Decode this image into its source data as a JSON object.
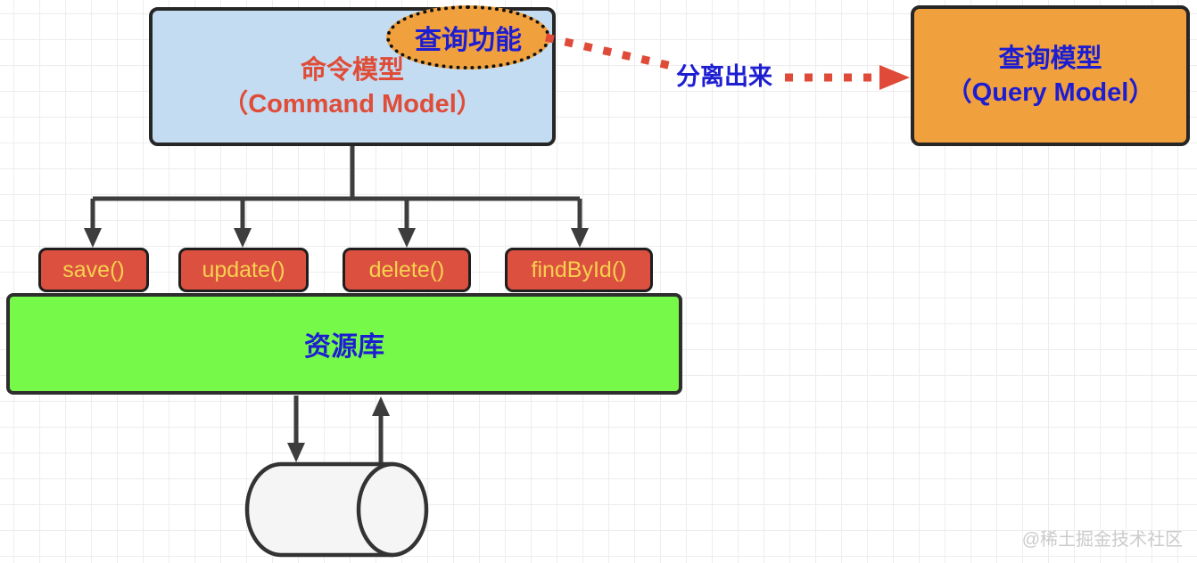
{
  "command_model": {
    "title": "命令模型",
    "subtitle": "（Command Model）",
    "fill": "#c3dcf2",
    "text_color": "#df4c38"
  },
  "query_capability": {
    "label": "查询功能",
    "fill": "#f0a03c",
    "text_color": "#1d1dd2"
  },
  "separation_arrow": {
    "label": "分离出来",
    "arrow_color": "#df4b38",
    "label_color": "#1d1dd2"
  },
  "query_model": {
    "title": "查询模型",
    "subtitle": "（Query Model）",
    "fill": "#f0a03c",
    "text_color": "#1d1dd2"
  },
  "methods": [
    {
      "label": "save()"
    },
    {
      "label": "update()"
    },
    {
      "label": "delete()"
    },
    {
      "label": "findById()"
    }
  ],
  "method_style": {
    "fill": "#dc5040",
    "text_color": "#f8d14e"
  },
  "repository": {
    "label": "资源库",
    "fill": "#76f948",
    "text_color": "#1d1dd2"
  },
  "database": {
    "shape": "cylinder",
    "fill": "#f5f5f5"
  },
  "connector_color": "#3d3d3d",
  "watermark": {
    "text": "@稀土掘金技术社区"
  }
}
